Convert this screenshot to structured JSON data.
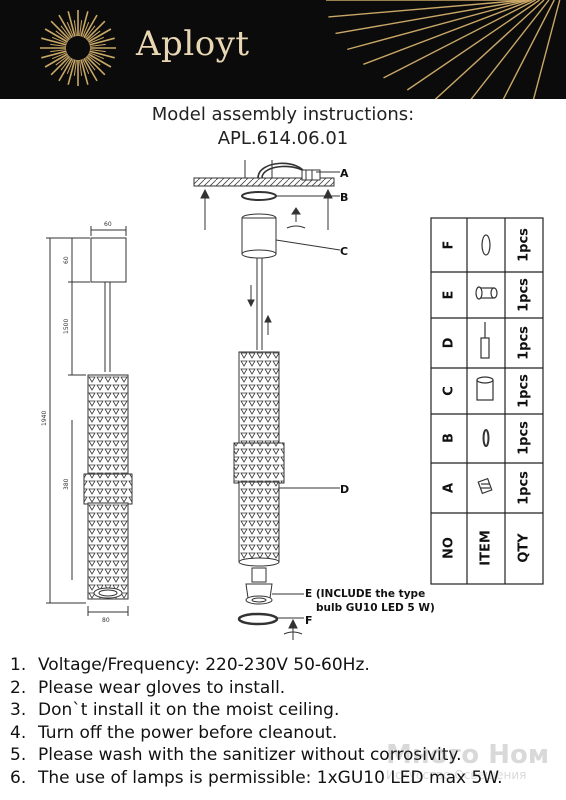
{
  "header": {
    "brand": "Aployt",
    "bg_color": "#0b0b0b",
    "accent_color": "#e9d7b3"
  },
  "title": {
    "line1": "Model assembly instructions:",
    "line2": "APL.614.06.01"
  },
  "diagram": {
    "callouts": {
      "a": "A",
      "b": "B",
      "c": "C",
      "d": "D",
      "e": "E (INCLUDE the type",
      "e2": "bulb GU10  LED 5 W)",
      "f": "F"
    },
    "dims": {
      "top_width": "60",
      "top_height": "60",
      "cable": "1500",
      "total": "1940",
      "body": "380",
      "bottom_width": "80"
    }
  },
  "parts_table": {
    "headers": [
      "NO",
      "ITEM",
      "QTY"
    ],
    "rows": [
      {
        "no": "A",
        "qty": "1pcs",
        "icon": "connector-icon"
      },
      {
        "no": "B",
        "qty": "1pcs",
        "icon": "ring-icon"
      },
      {
        "no": "C",
        "qty": "1pcs",
        "icon": "cup-icon"
      },
      {
        "no": "D",
        "qty": "1pcs",
        "icon": "tube-icon"
      },
      {
        "no": "E",
        "qty": "1pcs",
        "icon": "socket-icon"
      },
      {
        "no": "F",
        "qty": "1pcs",
        "icon": "oval-ring-icon"
      }
    ]
  },
  "instructions": [
    {
      "num": "1.",
      "text": "Voltage/Frequency: 220-230V 50-60Hz."
    },
    {
      "num": "2.",
      "text": "Please wear gloves to install."
    },
    {
      "num": "3.",
      "text": "Don`t install it on the moist ceiling."
    },
    {
      "num": "4.",
      "text": "Turn off the power before cleanout."
    },
    {
      "num": "5.",
      "text": "Please wash with the sanitizer without corrosivity."
    },
    {
      "num": "6.",
      "text": "The use of lamps is permissible: 1xGU10 LED max 5W."
    }
  ],
  "watermark": {
    "big": "Много Ном",
    "small": "Искусство Освещения"
  }
}
